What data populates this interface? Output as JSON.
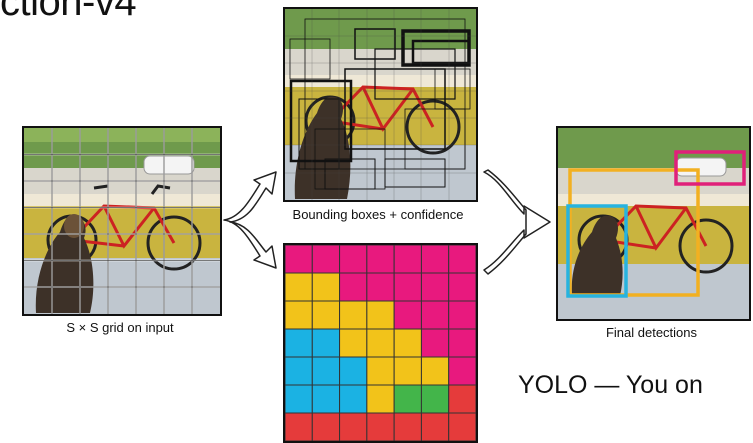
{
  "title_fragment": "ction-v4",
  "captions": {
    "input": "S × S grid on input",
    "boxes": "Bounding boxes + confidence",
    "final": "Final detections"
  },
  "footer_fragment": "YOLO — You on",
  "colors": {
    "box_magenta": "#e0207a",
    "box_orange": "#f2b021",
    "box_cyan": "#27b3df",
    "classmap_pink": "#e8197e",
    "classmap_yellow": "#f2c31a",
    "classmap_cyan": "#1bb2e3",
    "classmap_green": "#43b54a",
    "classmap_red": "#e53b3b",
    "grid_line": "#333333"
  },
  "class_map": [
    [
      "pink",
      "pink",
      "pink",
      "pink",
      "pink",
      "pink",
      "pink"
    ],
    [
      "yellow",
      "yellow",
      "pink",
      "pink",
      "pink",
      "pink",
      "pink"
    ],
    [
      "yellow",
      "yellow",
      "yellow",
      "yellow",
      "pink",
      "pink",
      "pink"
    ],
    [
      "cyan",
      "cyan",
      "yellow",
      "yellow",
      "yellow",
      "pink",
      "pink"
    ],
    [
      "cyan",
      "cyan",
      "cyan",
      "yellow",
      "yellow",
      "yellow",
      "pink"
    ],
    [
      "cyan",
      "cyan",
      "cyan",
      "yellow",
      "green",
      "green",
      "red"
    ],
    [
      "red",
      "red",
      "red",
      "red",
      "red",
      "red",
      "red"
    ]
  ]
}
